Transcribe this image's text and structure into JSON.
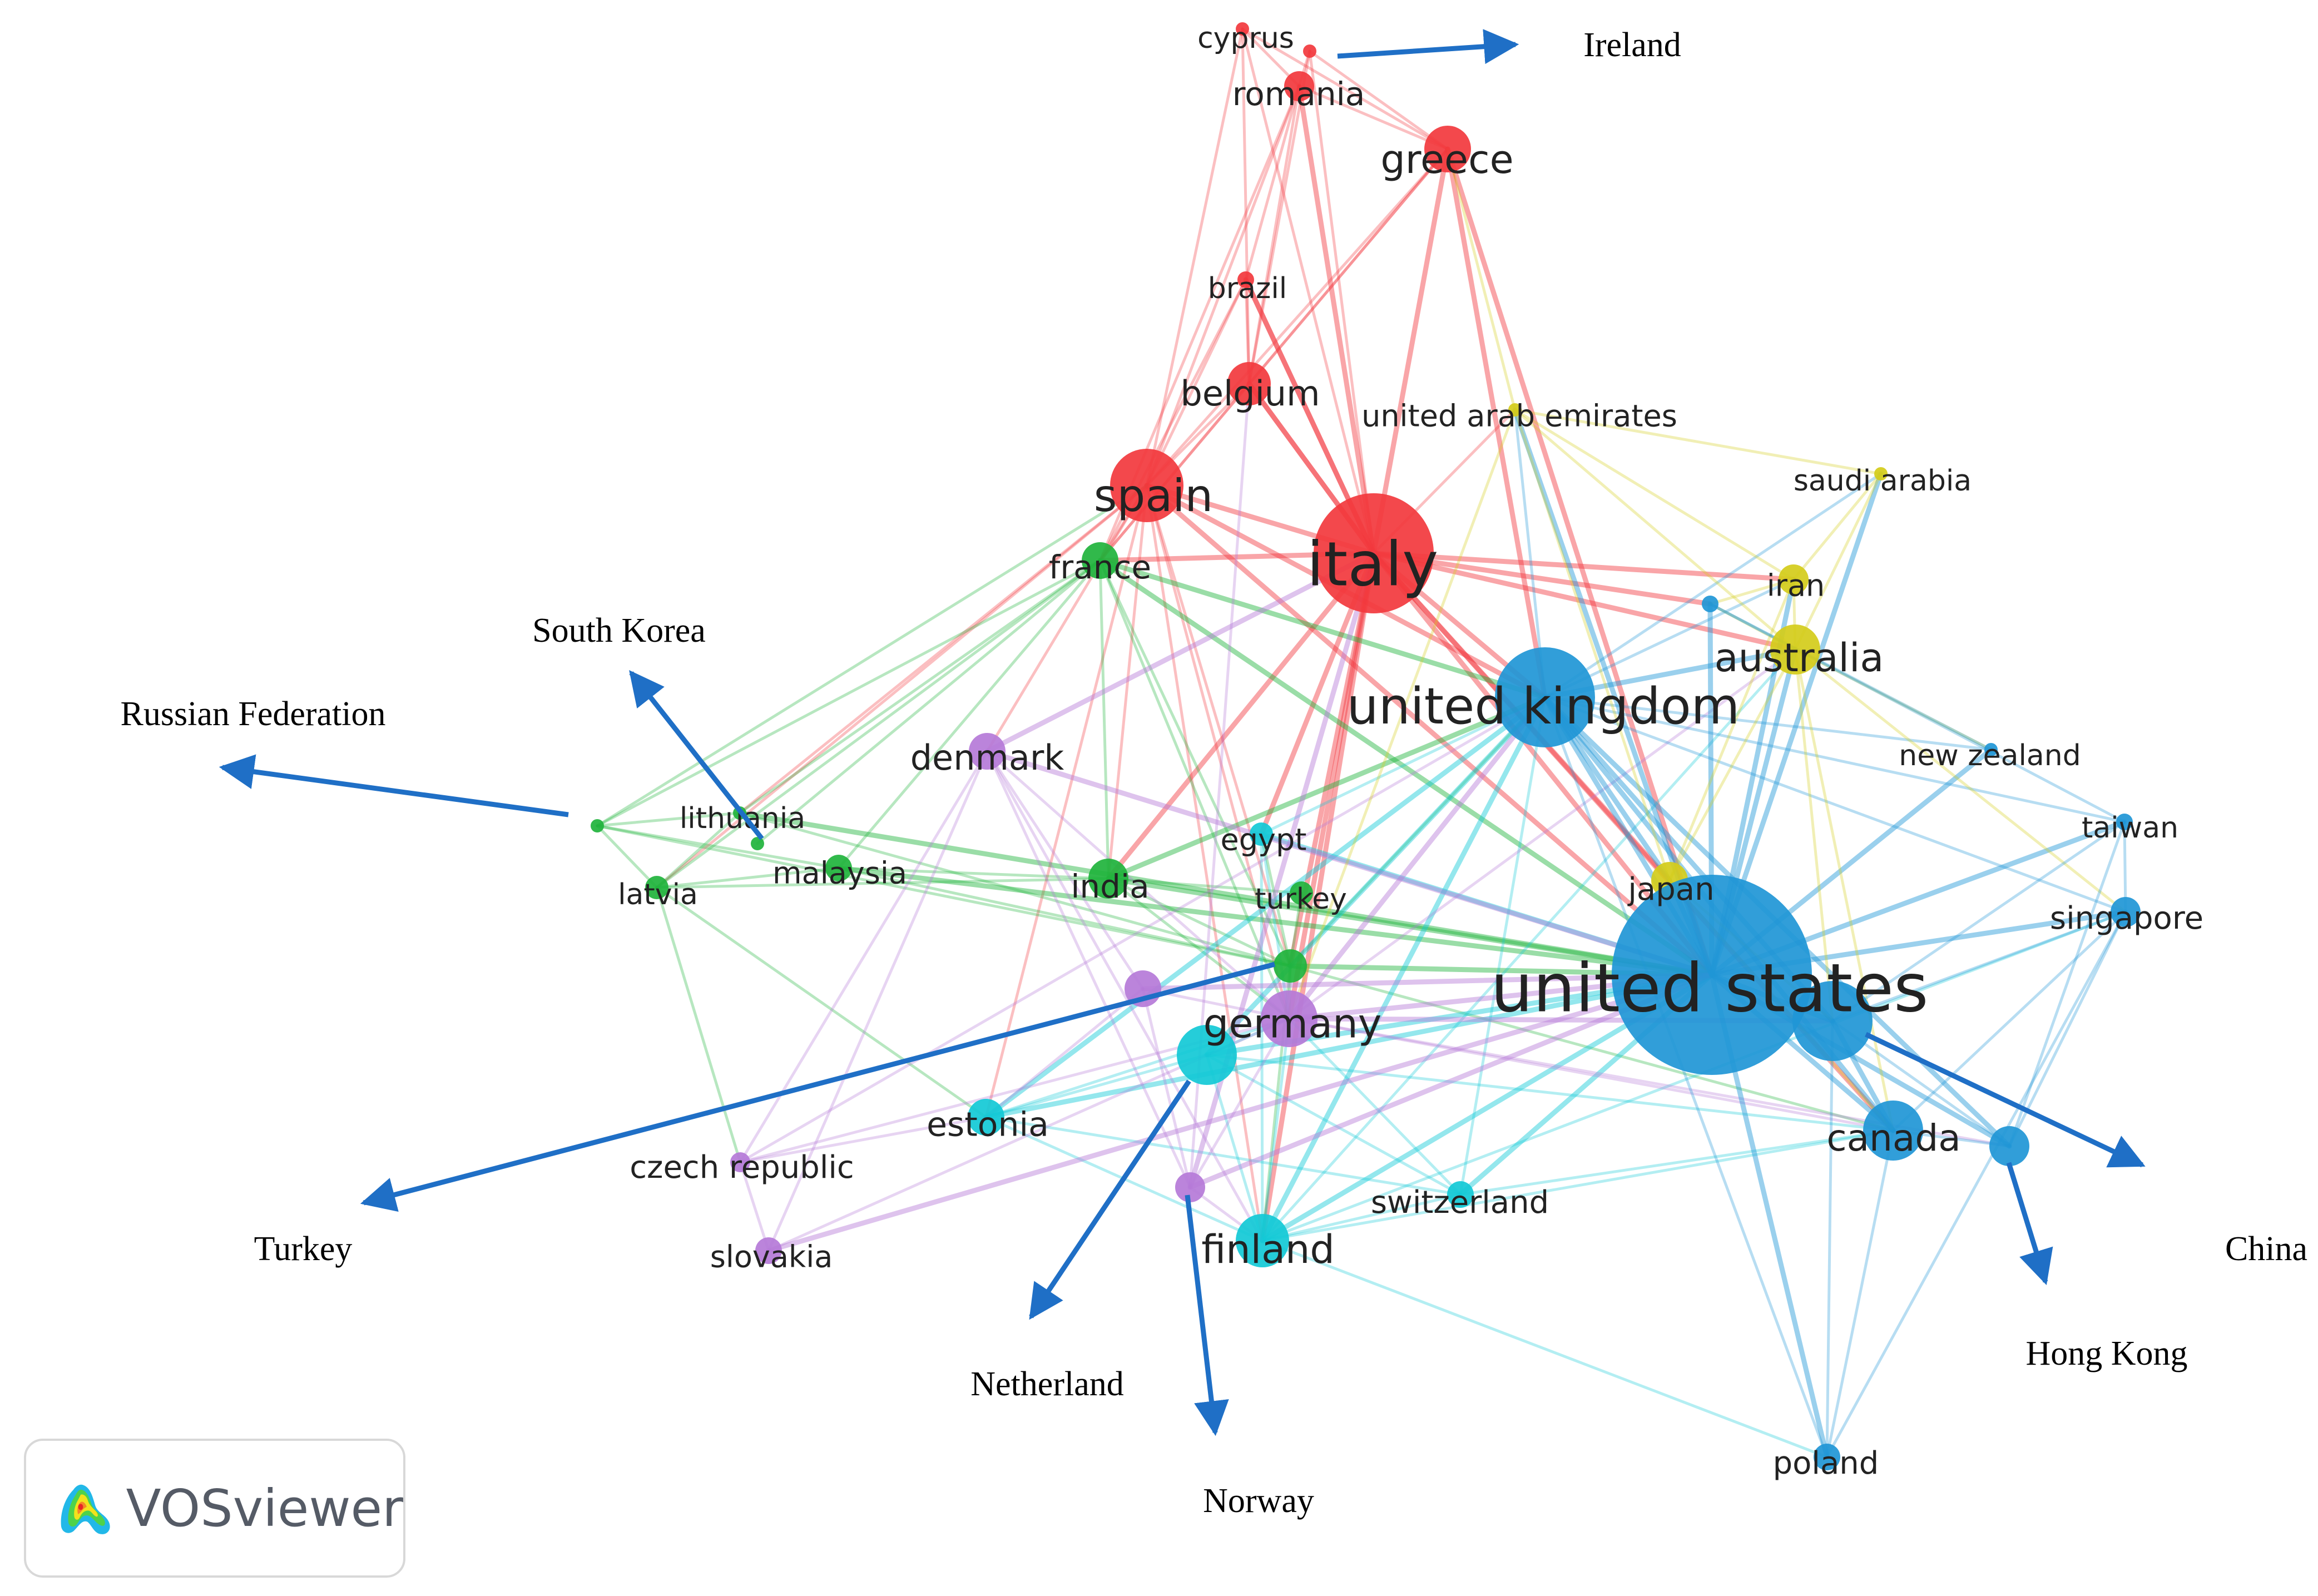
{
  "network": {
    "nodes": [
      {
        "id": "cyprus",
        "label": "cyprus",
        "cluster": "red",
        "weight": 4
      },
      {
        "id": "ireland_node",
        "label": "",
        "cluster": "red",
        "weight": 4
      },
      {
        "id": "romania",
        "label": "romania",
        "cluster": "red",
        "weight": 9
      },
      {
        "id": "greece",
        "label": "greece",
        "cluster": "red",
        "weight": 14
      },
      {
        "id": "brazil",
        "label": "brazil",
        "cluster": "red",
        "weight": 5
      },
      {
        "id": "belgium",
        "label": "belgium",
        "cluster": "red",
        "weight": 13
      },
      {
        "id": "spain",
        "label": "spain",
        "cluster": "red",
        "weight": 22
      },
      {
        "id": "italy",
        "label": "italy",
        "cluster": "red",
        "weight": 36
      },
      {
        "id": "united_arab_emirates",
        "label": "united arab emirates",
        "cluster": "yellow",
        "weight": 4
      },
      {
        "id": "saudi_arabia",
        "label": "saudi arabia",
        "cluster": "yellow",
        "weight": 4
      },
      {
        "id": "iran",
        "label": "iran",
        "cluster": "yellow",
        "weight": 9
      },
      {
        "id": "australia",
        "label": "australia",
        "cluster": "yellow",
        "weight": 15
      },
      {
        "id": "japan",
        "label": "japan",
        "cluster": "yellow",
        "weight": 11
      },
      {
        "id": "france",
        "label": "france",
        "cluster": "green",
        "weight": 11
      },
      {
        "id": "russian_federation_node",
        "label": "",
        "cluster": "green",
        "weight": 4
      },
      {
        "id": "lithuania",
        "label": "lithuania",
        "cluster": "green",
        "weight": 4
      },
      {
        "id": "south_korea_node",
        "label": "",
        "cluster": "green",
        "weight": 4
      },
      {
        "id": "latvia",
        "label": "latvia",
        "cluster": "green",
        "weight": 7
      },
      {
        "id": "malaysia",
        "label": "malaysia",
        "cluster": "green",
        "weight": 8
      },
      {
        "id": "india",
        "label": "india",
        "cluster": "green",
        "weight": 12
      },
      {
        "id": "turkey_node",
        "label": "",
        "cluster": "green",
        "weight": 10
      },
      {
        "id": "turkey",
        "label": "turkey",
        "cluster": "green",
        "weight": 7
      },
      {
        "id": "egypt",
        "label": "egypt",
        "cluster": "cyan",
        "weight": 7
      },
      {
        "id": "netherland_node",
        "label": "",
        "cluster": "cyan",
        "weight": 18
      },
      {
        "id": "estonia",
        "label": "estonia",
        "cluster": "cyan",
        "weight": 11
      },
      {
        "id": "finland",
        "label": "finland",
        "cluster": "cyan",
        "weight": 16
      },
      {
        "id": "switzerland",
        "label": "switzerland",
        "cluster": "cyan",
        "weight": 8
      },
      {
        "id": "denmark",
        "label": "denmark",
        "cluster": "purple",
        "weight": 11
      },
      {
        "id": "germany",
        "label": "germany",
        "cluster": "purple",
        "weight": 17
      },
      {
        "id": "purple_a",
        "label": "",
        "cluster": "purple",
        "weight": 11
      },
      {
        "id": "czech_republic",
        "label": "czech republic",
        "cluster": "purple",
        "weight": 6
      },
      {
        "id": "slovakia",
        "label": "slovakia",
        "cluster": "purple",
        "weight": 8
      },
      {
        "id": "norway_node",
        "label": "",
        "cluster": "purple",
        "weight": 9
      },
      {
        "id": "united_kingdom",
        "label": "united kingdom",
        "cluster": "blue",
        "weight": 30
      },
      {
        "id": "united_states",
        "label": "united states",
        "cluster": "blue",
        "weight": 60
      },
      {
        "id": "blue_small",
        "label": "",
        "cluster": "blue",
        "weight": 5
      },
      {
        "id": "new_zealand",
        "label": "new zealand",
        "cluster": "blue",
        "weight": 4
      },
      {
        "id": "taiwan",
        "label": "taiwan",
        "cluster": "blue",
        "weight": 5
      },
      {
        "id": "singapore",
        "label": "singapore",
        "cluster": "blue",
        "weight": 9
      },
      {
        "id": "china_node",
        "label": "",
        "cluster": "blue",
        "weight": 24
      },
      {
        "id": "canada",
        "label": "canada",
        "cluster": "blue",
        "weight": 18
      },
      {
        "id": "hong_kong_node",
        "label": "",
        "cluster": "blue",
        "weight": 12
      },
      {
        "id": "poland",
        "label": "poland",
        "cluster": "blue",
        "weight": 8
      }
    ],
    "edges": [
      [
        "spain",
        "italy"
      ],
      [
        "spain",
        "belgium"
      ],
      [
        "spain",
        "greece"
      ],
      [
        "spain",
        "romania"
      ],
      [
        "spain",
        "brazil"
      ],
      [
        "spain",
        "cyprus"
      ],
      [
        "spain",
        "france"
      ],
      [
        "italy",
        "greece"
      ],
      [
        "italy",
        "belgium"
      ],
      [
        "italy",
        "romania"
      ],
      [
        "italy",
        "brazil"
      ],
      [
        "italy",
        "united_kingdom"
      ],
      [
        "italy",
        "united_states"
      ],
      [
        "italy",
        "australia"
      ],
      [
        "italy",
        "france"
      ],
      [
        "italy",
        "cyprus"
      ],
      [
        "italy",
        "ireland_node"
      ],
      [
        "italy",
        "iran"
      ],
      [
        "italy",
        "united_arab_emirates"
      ],
      [
        "italy",
        "japan"
      ],
      [
        "italy",
        "germany"
      ],
      [
        "italy",
        "turkey_node"
      ],
      [
        "italy",
        "finland"
      ],
      [
        "italy",
        "canada"
      ],
      [
        "italy",
        "india"
      ],
      [
        "italy",
        "egypt"
      ],
      [
        "italy",
        "blue_small"
      ],
      [
        "belgium",
        "greece"
      ],
      [
        "belgium",
        "romania"
      ],
      [
        "belgium",
        "france"
      ],
      [
        "belgium",
        "italy"
      ],
      [
        "belgium",
        "brazil"
      ],
      [
        "belgium",
        "cyprus"
      ],
      [
        "belgium",
        "ireland_node"
      ],
      [
        "greece",
        "romania"
      ],
      [
        "greece",
        "cyprus"
      ],
      [
        "greece",
        "united_kingdom"
      ],
      [
        "greece",
        "france"
      ],
      [
        "greece",
        "united_states"
      ],
      [
        "greece",
        "ireland_node"
      ],
      [
        "romania",
        "cyprus"
      ],
      [
        "romania",
        "ireland_node"
      ],
      [
        "romania",
        "france"
      ],
      [
        "romania",
        "brazil"
      ],
      [
        "brazil",
        "france"
      ],
      [
        "brazil",
        "italy"
      ],
      [
        "spain",
        "united_kingdom"
      ],
      [
        "spain",
        "united_states"
      ],
      [
        "spain",
        "germany"
      ],
      [
        "spain",
        "denmark"
      ],
      [
        "spain",
        "estonia"
      ],
      [
        "spain",
        "india"
      ],
      [
        "spain",
        "lithuania"
      ],
      [
        "spain",
        "latvia"
      ],
      [
        "spain",
        "turkey_node"
      ],
      [
        "spain",
        "finland"
      ],
      [
        "france",
        "russian_federation_node"
      ],
      [
        "france",
        "latvia"
      ],
      [
        "france",
        "lithuania"
      ],
      [
        "france",
        "india"
      ],
      [
        "france",
        "turkey_node"
      ],
      [
        "france",
        "united_states"
      ],
      [
        "france",
        "united_kingdom"
      ],
      [
        "france",
        "malaysia"
      ],
      [
        "france",
        "germany"
      ],
      [
        "france",
        "south_korea_node"
      ],
      [
        "russian_federation_node",
        "latvia"
      ],
      [
        "russian_federation_node",
        "lithuania"
      ],
      [
        "russian_federation_node",
        "malaysia"
      ],
      [
        "russian_federation_node",
        "turkey_node"
      ],
      [
        "russian_federation_node",
        "spain"
      ],
      [
        "latvia",
        "lithuania"
      ],
      [
        "latvia",
        "estonia"
      ],
      [
        "latvia",
        "malaysia"
      ],
      [
        "latvia",
        "czech_republic"
      ],
      [
        "latvia",
        "india"
      ],
      [
        "malaysia",
        "india"
      ],
      [
        "malaysia",
        "turkey_node"
      ],
      [
        "malaysia",
        "united_states"
      ],
      [
        "lithuania",
        "turkey_node"
      ],
      [
        "lithuania",
        "united_states"
      ],
      [
        "india",
        "united_states"
      ],
      [
        "india",
        "turkey_node"
      ],
      [
        "india",
        "united_kingdom"
      ],
      [
        "india",
        "germany"
      ],
      [
        "india",
        "turkey"
      ],
      [
        "turkey_node",
        "united_states"
      ],
      [
        "turkey_node",
        "germany"
      ],
      [
        "turkey_node",
        "united_kingdom"
      ],
      [
        "turkey_node",
        "canada"
      ],
      [
        "turkey_node",
        "finland"
      ],
      [
        "turkey_node",
        "egypt"
      ],
      [
        "turkey_node",
        "turkey"
      ],
      [
        "egypt",
        "united_kingdom"
      ],
      [
        "egypt",
        "united_states"
      ],
      [
        "egypt",
        "germany"
      ],
      [
        "egypt",
        "finland"
      ],
      [
        "netherland_node",
        "finland"
      ],
      [
        "netherland_node",
        "estonia"
      ],
      [
        "netherland_node",
        "united_states"
      ],
      [
        "netherland_node",
        "germany"
      ],
      [
        "netherland_node",
        "united_kingdom"
      ],
      [
        "netherland_node",
        "switzerland"
      ],
      [
        "netherland_node",
        "canada"
      ],
      [
        "estonia",
        "finland"
      ],
      [
        "estonia",
        "germany"
      ],
      [
        "estonia",
        "united_states"
      ],
      [
        "estonia",
        "united_kingdom"
      ],
      [
        "estonia",
        "switzerland"
      ],
      [
        "finland",
        "united_states"
      ],
      [
        "finland",
        "united_kingdom"
      ],
      [
        "finland",
        "germany"
      ],
      [
        "finland",
        "switzerland"
      ],
      [
        "finland",
        "canada"
      ],
      [
        "finland",
        "poland"
      ],
      [
        "finland",
        "singapore"
      ],
      [
        "finland",
        "australia"
      ],
      [
        "switzerland",
        "united_states"
      ],
      [
        "switzerland",
        "united_kingdom"
      ],
      [
        "switzerland",
        "germany"
      ],
      [
        "switzerland",
        "canada"
      ],
      [
        "denmark",
        "germany"
      ],
      [
        "denmark",
        "purple_a"
      ],
      [
        "denmark",
        "czech_republic"
      ],
      [
        "denmark",
        "italy"
      ],
      [
        "denmark",
        "norway_node"
      ],
      [
        "denmark",
        "united_states"
      ],
      [
        "denmark",
        "finland"
      ],
      [
        "denmark",
        "slovakia"
      ],
      [
        "germany",
        "united_states"
      ],
      [
        "germany",
        "united_kingdom"
      ],
      [
        "germany",
        "purple_a"
      ],
      [
        "germany",
        "norway_node"
      ],
      [
        "germany",
        "canada"
      ],
      [
        "germany",
        "hong_kong_node"
      ],
      [
        "germany",
        "china_node"
      ],
      [
        "germany",
        "australia"
      ],
      [
        "purple_a",
        "united_states"
      ],
      [
        "purple_a",
        "norway_node"
      ],
      [
        "purple_a",
        "estonia"
      ],
      [
        "czech_republic",
        "germany"
      ],
      [
        "czech_republic",
        "slovakia"
      ],
      [
        "czech_republic",
        "estonia"
      ],
      [
        "czech_republic",
        "united_kingdom"
      ],
      [
        "slovakia",
        "germany"
      ],
      [
        "slovakia",
        "united_states"
      ],
      [
        "norway_node",
        "united_states"
      ],
      [
        "norway_node",
        "finland"
      ],
      [
        "norway_node",
        "italy"
      ],
      [
        "norway_node",
        "belgium"
      ],
      [
        "united_kingdom",
        "united_states"
      ],
      [
        "united_kingdom",
        "australia"
      ],
      [
        "united_kingdom",
        "canada"
      ],
      [
        "united_kingdom",
        "japan"
      ],
      [
        "united_kingdom",
        "iran"
      ],
      [
        "united_kingdom",
        "china_node"
      ],
      [
        "united_kingdom",
        "hong_kong_node"
      ],
      [
        "united_kingdom",
        "singapore"
      ],
      [
        "united_kingdom",
        "new_zealand"
      ],
      [
        "united_kingdom",
        "taiwan"
      ],
      [
        "united_kingdom",
        "united_arab_emirates"
      ],
      [
        "united_kingdom",
        "saudi_arabia"
      ],
      [
        "united_kingdom",
        "poland"
      ],
      [
        "united_states",
        "australia"
      ],
      [
        "united_states",
        "canada"
      ],
      [
        "united_states",
        "china_node"
      ],
      [
        "united_states",
        "hong_kong_node"
      ],
      [
        "united_states",
        "japan"
      ],
      [
        "united_states",
        "singapore"
      ],
      [
        "united_states",
        "taiwan"
      ],
      [
        "united_states",
        "new_zealand"
      ],
      [
        "united_states",
        "iran"
      ],
      [
        "united_states",
        "poland"
      ],
      [
        "united_states",
        "blue_small"
      ],
      [
        "united_states",
        "saudi_arabia"
      ],
      [
        "united_states",
        "united_arab_emirates"
      ],
      [
        "australia",
        "iran"
      ],
      [
        "australia",
        "saudi_arabia"
      ],
      [
        "australia",
        "new_zealand"
      ],
      [
        "australia",
        "japan"
      ],
      [
        "australia",
        "united_arab_emirates"
      ],
      [
        "australia",
        "china_node"
      ],
      [
        "australia",
        "canada"
      ],
      [
        "australia",
        "blue_small"
      ],
      [
        "australia",
        "singapore"
      ],
      [
        "iran",
        "saudi_arabia"
      ],
      [
        "iran",
        "united_arab_emirates"
      ],
      [
        "iran",
        "japan"
      ],
      [
        "iran",
        "blue_small"
      ],
      [
        "japan",
        "china_node"
      ],
      [
        "japan",
        "canada"
      ],
      [
        "japan",
        "united_arab_emirates"
      ],
      [
        "united_arab_emirates",
        "saudi_arabia"
      ],
      [
        "united_arab_emirates",
        "germany"
      ],
      [
        "united_arab_emirates",
        "greece"
      ],
      [
        "china_node",
        "canada"
      ],
      [
        "china_node",
        "hong_kong_node"
      ],
      [
        "china_node",
        "singapore"
      ],
      [
        "china_node",
        "taiwan"
      ],
      [
        "china_node",
        "poland"
      ],
      [
        "canada",
        "hong_kong_node"
      ],
      [
        "canada",
        "poland"
      ],
      [
        "canada",
        "singapore"
      ],
      [
        "hong_kong_node",
        "singapore"
      ],
      [
        "taiwan",
        "singapore"
      ],
      [
        "singapore",
        "poland"
      ],
      [
        "taiwan",
        "hong_kong_node"
      ],
      [
        "blue_small",
        "new_zealand"
      ],
      [
        "blue_small",
        "taiwan"
      ]
    ]
  },
  "callouts": [
    {
      "label": "Ireland",
      "target": "ireland_node"
    },
    {
      "label": "South Korea",
      "target": "south_korea_node"
    },
    {
      "label": "Russian Federation",
      "target": "russian_federation_node"
    },
    {
      "label": "Turkey",
      "target": "turkey_node"
    },
    {
      "label": "Netherland",
      "target": "netherland_node"
    },
    {
      "label": "Norway",
      "target": "norway_node"
    },
    {
      "label": "China",
      "target": "china_node"
    },
    {
      "label": "Hong Kong",
      "target": "hong_kong_node"
    }
  ],
  "colors": {
    "red": "#f2383d",
    "yellow": "#d4cc1a",
    "green": "#1fb33c",
    "cyan": "#12c9d6",
    "purple": "#b57ad8",
    "blue": "#1f96d6",
    "arrow": "#1f6fc6"
  },
  "brand": {
    "text": "VOSviewer"
  }
}
